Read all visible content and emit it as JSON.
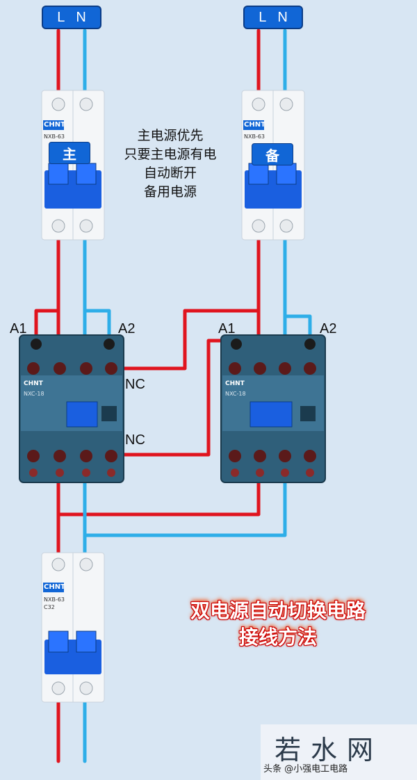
{
  "supply_left": {
    "l": "L",
    "n": "N"
  },
  "supply_right": {
    "l": "L",
    "n": "N"
  },
  "main_breaker": {
    "brand": "CHNT",
    "model": "NXB-63",
    "label": "主"
  },
  "backup_breaker": {
    "brand": "CHNT",
    "model": "NXB-63",
    "label": "备"
  },
  "output_breaker": {
    "brand": "CHNT",
    "model": "NXB-63",
    "rating": "C32"
  },
  "note_lines": [
    "主电源优先",
    "只要主电源有电",
    "自动断开",
    "备用电源"
  ],
  "contactor_left": {
    "brand": "CHNT",
    "model": "NXC-18",
    "a1": "A1",
    "a2": "A2",
    "nc_top": "NC",
    "nc_bottom": "NC"
  },
  "contactor_right": {
    "brand": "CHNT",
    "model": "NXC-18",
    "a1": "A1",
    "a2": "A2"
  },
  "title_lines": [
    "双电源自动切换电路",
    "接线方法"
  ],
  "watermark": {
    "text": "若水网",
    "credit": "头条 @小强电工电路"
  },
  "colors": {
    "live": "#e0141e",
    "neutral": "#2eaee8",
    "device_blue": "#1166d6",
    "contactor_body": "#2f5f7a"
  }
}
